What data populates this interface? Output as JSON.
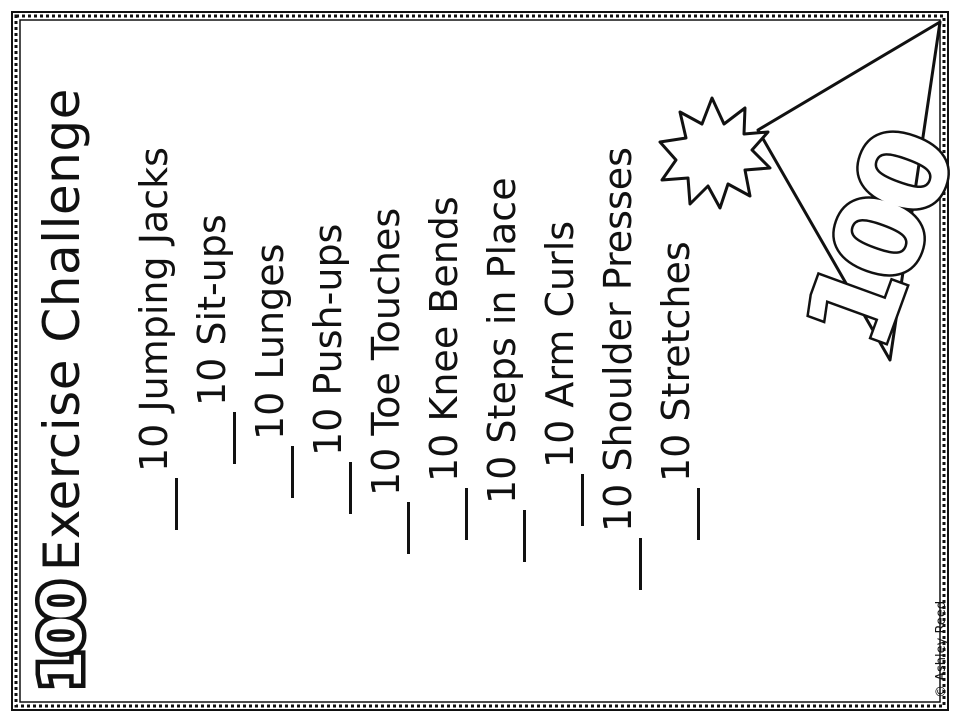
{
  "worksheet": {
    "title_number": "100",
    "title_text": "Exercise Challenge",
    "items": [
      {
        "label": "10 Jumping Jacks"
      },
      {
        "label": "10 Sit-ups"
      },
      {
        "label": "10 Lunges"
      },
      {
        "label": "10 Push-ups"
      },
      {
        "label": "10 Toe Touches"
      },
      {
        "label": "10 Knee Bends"
      },
      {
        "label": "10 Steps in Place"
      },
      {
        "label": "10 Arm Curls"
      },
      {
        "label": "10 Shoulder Presses"
      },
      {
        "label": "10 Stretches"
      }
    ],
    "pennant_number": "100",
    "copyright": "© Ashley Reed"
  },
  "colors": {
    "ink": "#111111",
    "paper": "#ffffff"
  },
  "icons": {
    "border": "scalloped-border",
    "burst": "starburst-icon",
    "pennant": "pennant-flag-icon"
  }
}
